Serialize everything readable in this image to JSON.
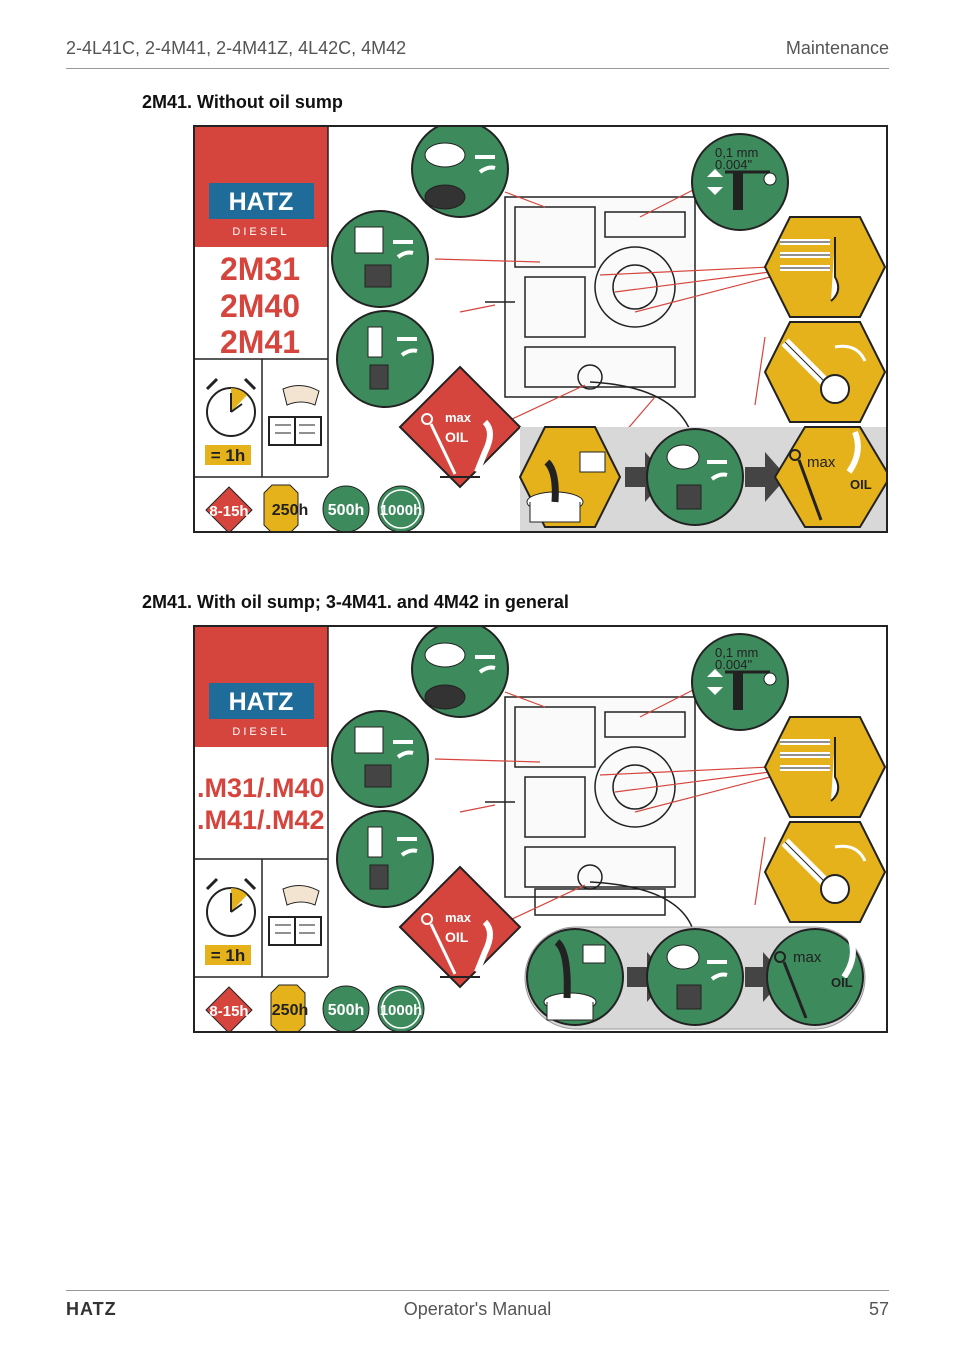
{
  "header": {
    "models": "2-4L41C, 2-4M41, 2-4M41Z, 4L42C, 4M42",
    "section": "Maintenance"
  },
  "panels": [
    {
      "heading": "2M41. Without oil sump",
      "brand": "HATZ",
      "brand_sub": "DIESEL",
      "models": [
        "2M31",
        "2M40",
        "2M41"
      ],
      "duration": "= 1h",
      "valve": [
        "0,1 mm",
        "0.004\""
      ],
      "max": "max",
      "oil": "OIL",
      "intervals": [
        "8-15h",
        "250h",
        "500h",
        "1000h"
      ]
    },
    {
      "heading": "2M41. With oil sump; 3-4M41. and 4M42 in general",
      "brand": "HATZ",
      "brand_sub": "DIESEL",
      "models": [
        ".M31/.M40",
        ".M41/.M42"
      ],
      "duration": "= 1h",
      "valve": [
        "0,1 mm",
        "0.004\""
      ],
      "max": "max",
      "oil": "OIL",
      "intervals": [
        "8-15h",
        "250h",
        "500h",
        "1000h"
      ]
    }
  ],
  "footer": {
    "brand": "HATZ",
    "title": "Operator's Manual",
    "page": "57"
  },
  "colors": {
    "red": "#d6453d",
    "green": "#3d8a5c",
    "yellow": "#e5b21b",
    "blue": "#1f6c9b",
    "grey": "#d8d8d8"
  }
}
